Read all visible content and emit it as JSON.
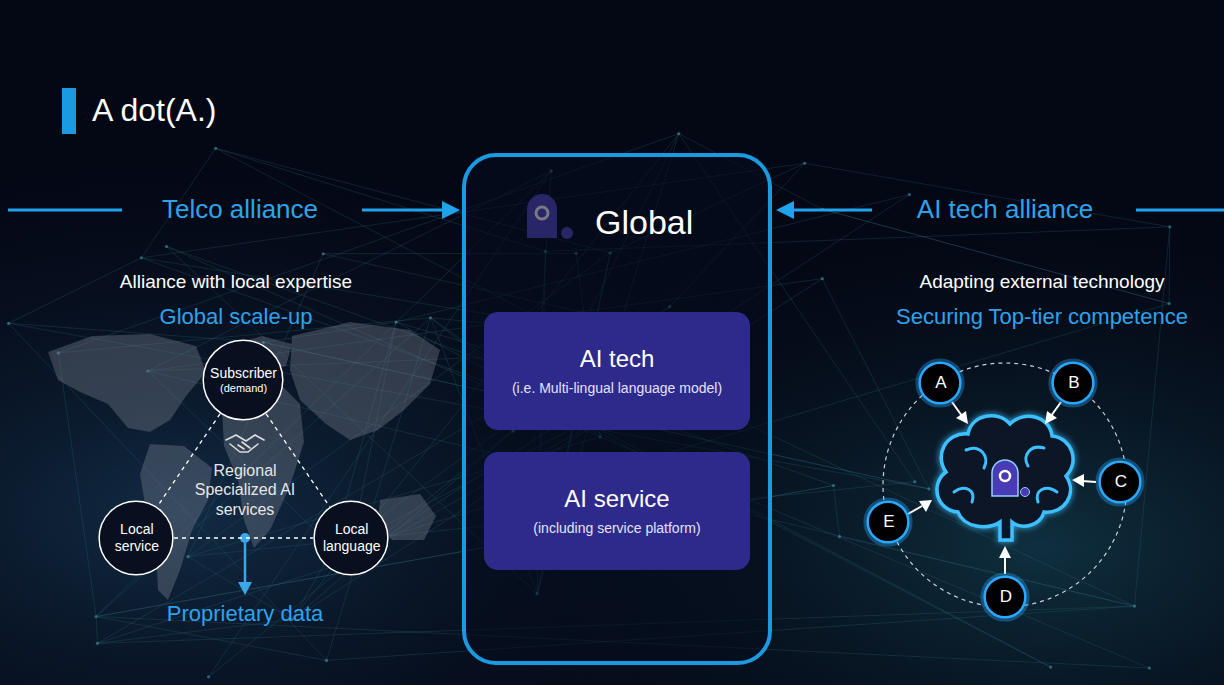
{
  "diagram": {
    "title": "A dot(A.)",
    "nodes": [
      {
        "text": [
          "Global"
        ]
      },
      {
        "text": [
          "AI tech",
          "(i.e. Multi-lingual language model)"
        ],
        "in": 0
      },
      {
        "text": [
          "AI service",
          "(including service platform)"
        ],
        "in": 0
      },
      {
        "text": [
          "Subscriber",
          "(demand)"
        ]
      },
      {
        "text": [
          "Local service"
        ]
      },
      {
        "text": [
          "Local language"
        ]
      },
      {
        "text": [
          "A"
        ]
      },
      {
        "text": [
          "B"
        ]
      },
      {
        "text": [
          "C"
        ]
      },
      {
        "text": [
          "D"
        ]
      },
      {
        "text": [
          "E"
        ]
      }
    ],
    "edges": [
      {
        "from": 3,
        "to": 4,
        "arrow": "none"
      },
      {
        "from": 3,
        "to": 5,
        "arrow": "none"
      },
      {
        "from": 4,
        "to": 5,
        "arrow": "none"
      }
    ],
    "labels": [
      "Telco alliance",
      "AI tech alliance",
      "Alliance with local expertise",
      "Global scale-up",
      "Regional Specialized AI services",
      "Proprietary data",
      "Adapting external technology",
      "Securing Top-tier competence"
    ]
  }
}
